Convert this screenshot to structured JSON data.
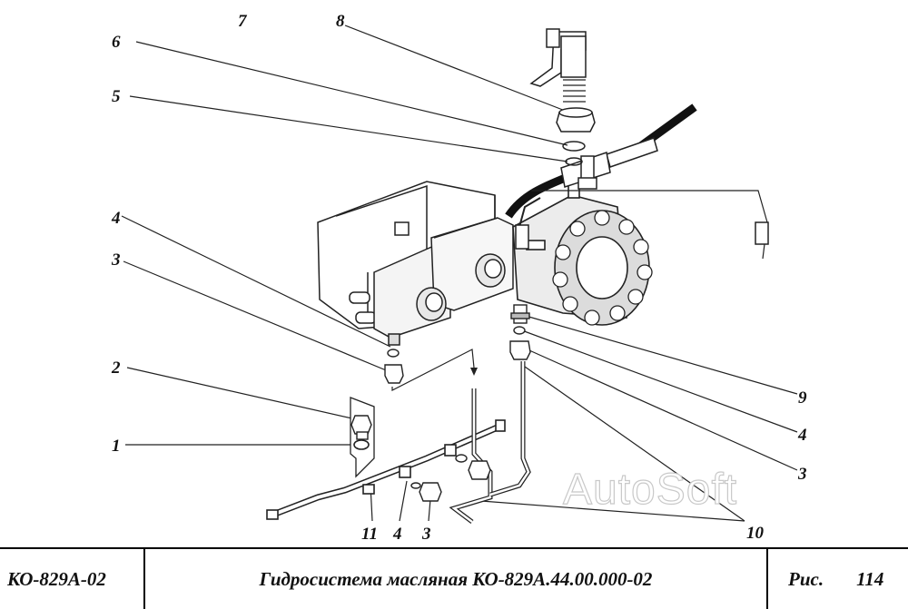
{
  "callouts": {
    "c1": "1",
    "c2": "2",
    "c3a": "3",
    "c3b": "3",
    "c3c": "3",
    "c4a": "4",
    "c4b": "4",
    "c4c": "4",
    "c5": "5",
    "c6": "6",
    "c7": "7",
    "c8": "8",
    "c9": "9",
    "c10": "10",
    "c11": "11"
  },
  "watermark": "AutoSoft",
  "title_block": {
    "model": "КО-829А-02",
    "title": "Гидросистема масляная КО-829А.44.00.000-02",
    "fig_label": "Рис.",
    "fig_number": "114"
  }
}
